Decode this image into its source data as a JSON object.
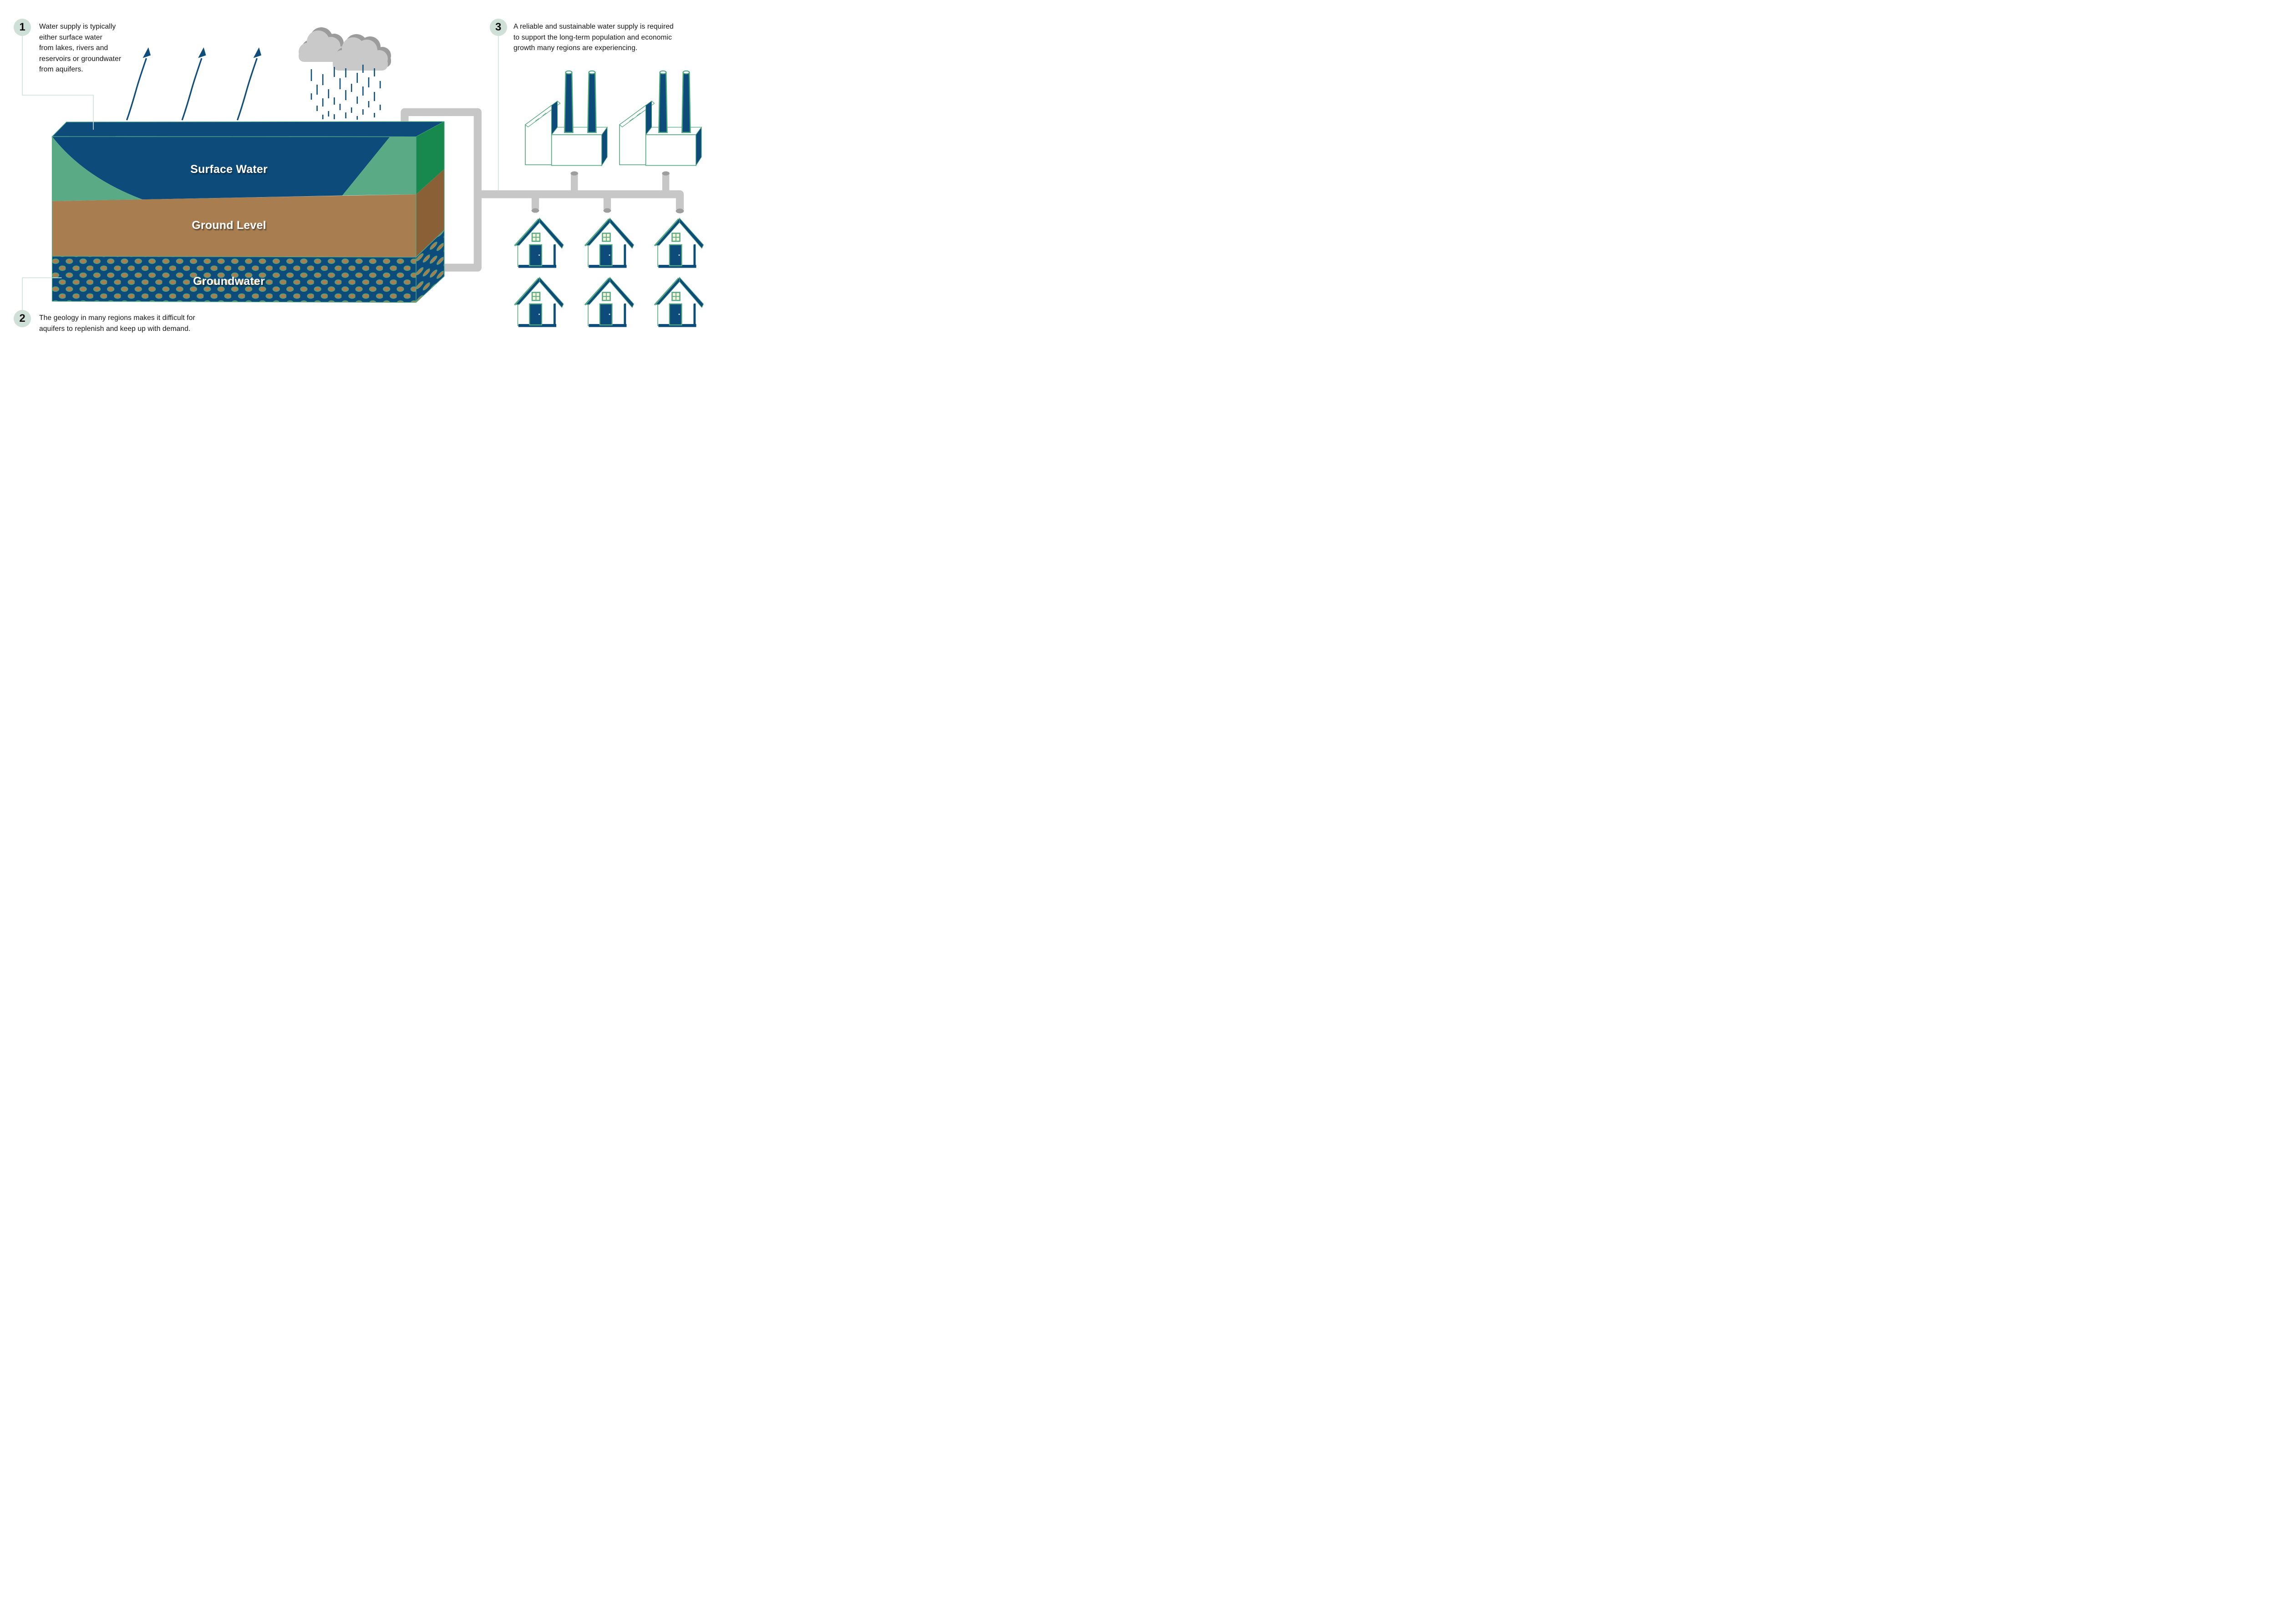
{
  "annotations": {
    "note1": {
      "number": "1",
      "text": "Water supply is typically\neither surface water\nfrom lakes, rivers and\nreservoirs or groundwater\nfrom aquifers."
    },
    "note2": {
      "number": "2",
      "text": "The geology in many regions makes it difficult for\naquifers to replenish and keep up with demand."
    },
    "note3": {
      "number": "3",
      "text": "A reliable and sustainable water supply is required\nto support the long-term population and economic\ngrowth many regions are experiencing."
    }
  },
  "diagram": {
    "labels": {
      "surface_water": "Surface Water",
      "ground_level": "Ground Level",
      "groundwater": "Groundwater"
    },
    "icons": [
      "rain-cloud-icon",
      "rain-icon",
      "evaporation-arrow-icon",
      "factory-icon",
      "house-icon",
      "pipe-network-icon",
      "aquifer-block"
    ]
  },
  "colors": {
    "deep_blue": "#0d4c7a",
    "light_green": "#5aab85",
    "dark_green": "#17894f",
    "soil_brown": "#a87e50",
    "soil_brown_dark": "#8a6137",
    "outline_green": "#57aa86",
    "pale_green": "#cfe0d8",
    "pipe_gray": "#c7c7c7",
    "pipe_cap_gray": "#9e9e9e",
    "cloud_gray": "#c9c9c9",
    "cloud_shadow_gray": "#9c9c9c",
    "window_cream": "#f5f2d8",
    "rain_blue": "#0f4d7d"
  }
}
